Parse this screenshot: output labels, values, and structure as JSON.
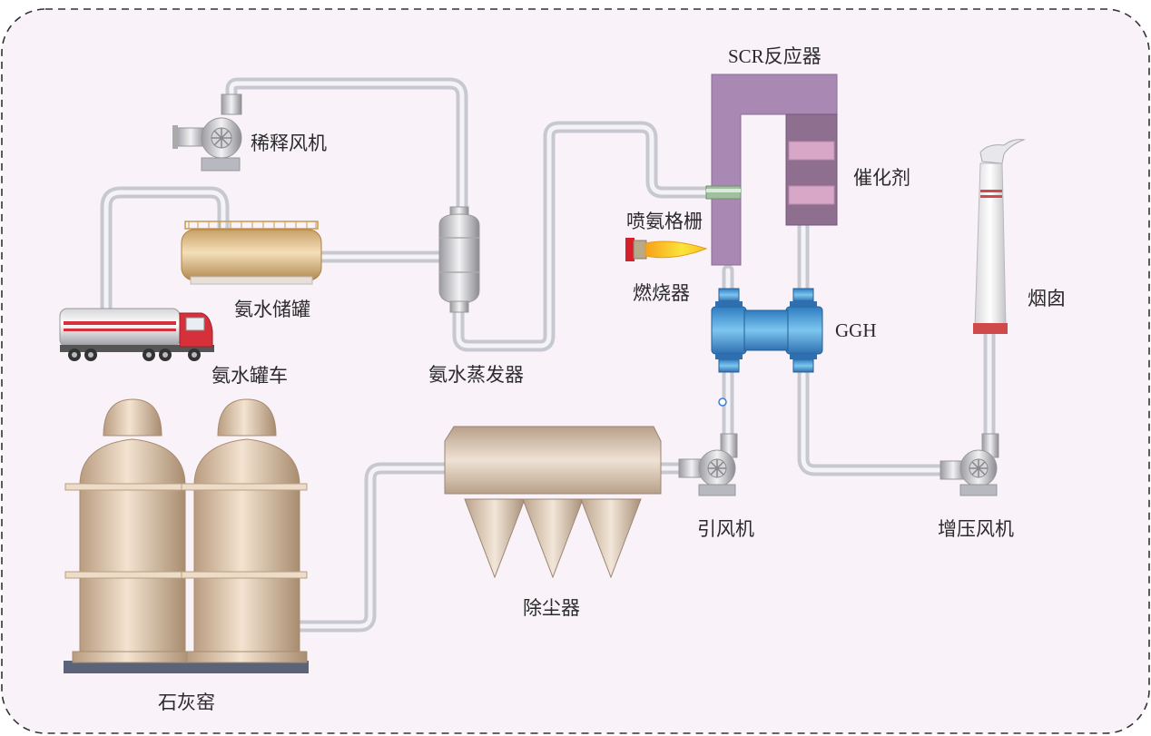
{
  "labels": {
    "dilution_fan": "稀释风机",
    "ammonia_tank": "氨水储罐",
    "ammonia_truck": "氨水罐车",
    "evaporator": "氨水蒸发器",
    "scr_reactor": "SCR反应器",
    "catalyst": "催化剂",
    "ammonia_grid": "喷氨格栅",
    "burner": "燃烧器",
    "ggh": "GGH",
    "chimney": "烟囱",
    "lime_kiln": "石灰窑",
    "dust_collector": "除尘器",
    "induced_fan": "引风机",
    "booster_fan": "增压风机"
  },
  "colors": {
    "background": "#f9f2f9",
    "border": "#333333",
    "pipe": "#dcdce2",
    "reactor": "#a989b4",
    "catalyst_box": "#8f6f90",
    "catalyst_layer": "#d8a6c6",
    "ggh_blue": "#3a8fd0",
    "kiln": "#d9c3aa",
    "kiln_base": "#5a6378",
    "truck_red": "#d6303a",
    "flame": "#f9d21e",
    "chimney_band": "#cf4a4a"
  }
}
